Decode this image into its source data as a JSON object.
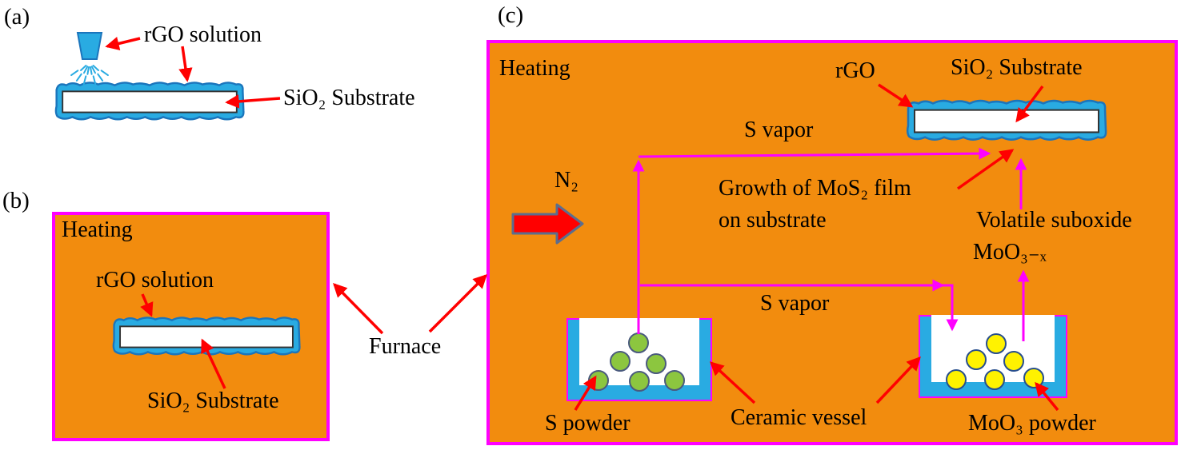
{
  "colors": {
    "orange": "#F28C0E",
    "magenta": "#FF00FF",
    "blue": "#29ABE2",
    "blue_dark": "#1B75BC",
    "green": "#8CC63F",
    "yellow": "#FFF200",
    "red": "#FF0000",
    "slate": "#5B6E8E"
  },
  "panel_a": {
    "label": "(a)",
    "rgo_solution_label": "rGO solution",
    "substrate_label": "SiO₂ Substrate"
  },
  "panel_b": {
    "label": "(b)",
    "heating_label": "Heating",
    "rgo_solution_label": "rGO solution",
    "substrate_label": "SiO₂ Substrate"
  },
  "furnace_label": "Furnace",
  "panel_c": {
    "label": "(c)",
    "heating_label": "Heating",
    "rgo_label": "rGO",
    "substrate_label": "SiO₂ Substrate",
    "s_vapor_top_label": "S vapor",
    "n2_label": "N₂",
    "growth_label_line1": "Growth of MoS₂ film",
    "growth_label_line2": "on substrate",
    "volatile_label_line1": "Volatile suboxide",
    "volatile_label_line2": "MoO₃₋ₓ",
    "s_vapor_bottom_label": "S vapor",
    "s_powder_label": "S powder",
    "ceramic_vessel_label": "Ceramic vessel",
    "moo3_powder_label": "MoO₃ powder"
  }
}
